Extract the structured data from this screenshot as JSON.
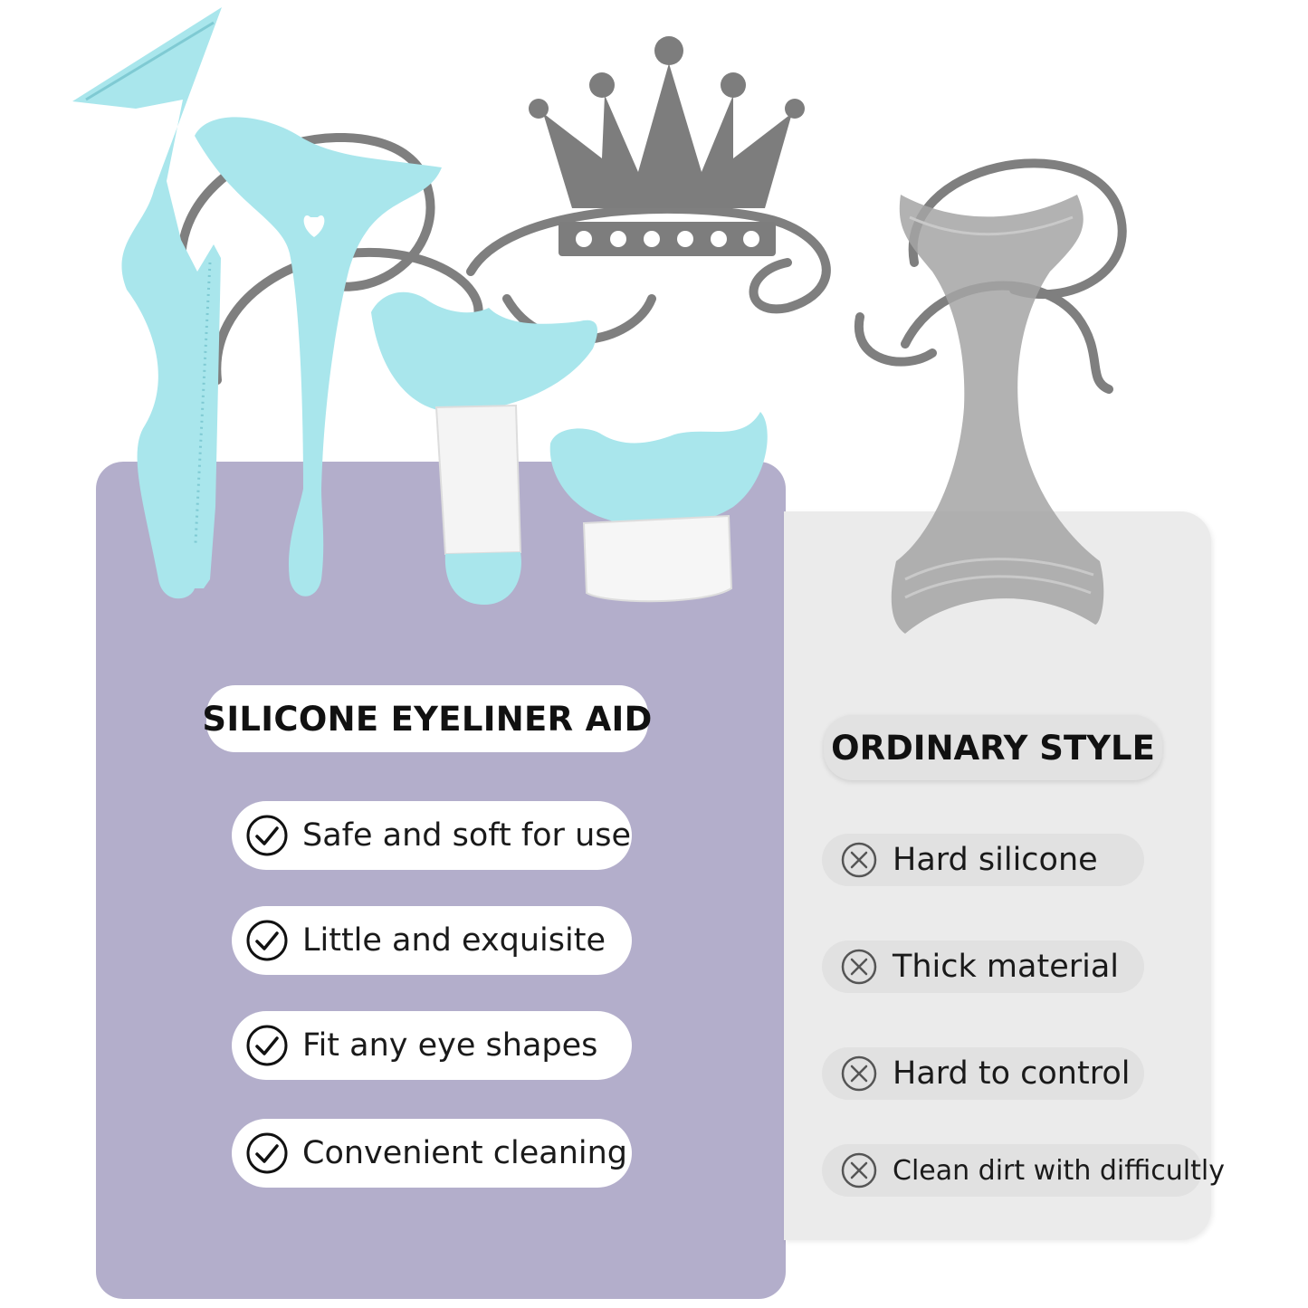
{
  "silicone": {
    "heading": "SILICONE EYELINER AID",
    "features": [
      {
        "label": "Safe and soft for use",
        "icon": "check-circle-icon"
      },
      {
        "label": "Little and exquisite",
        "icon": "check-circle-icon"
      },
      {
        "label": "Fit any eye shapes",
        "icon": "check-circle-icon"
      },
      {
        "label": "Convenient cleaning",
        "icon": "check-circle-icon"
      }
    ],
    "card_color": "#b3aecb",
    "product_color": "#a9e6ec"
  },
  "ordinary": {
    "heading": "ORDINARY STYLE",
    "drawbacks": [
      {
        "label": "Hard silicone",
        "icon": "x-circle-icon"
      },
      {
        "label": "Thick material",
        "icon": "x-circle-icon"
      },
      {
        "label": "Hard to control",
        "icon": "x-circle-icon"
      },
      {
        "label": "Clean dirt with difficultly",
        "icon": "x-circle-icon"
      }
    ],
    "card_color": "#ebebeb",
    "product_color": "#9a9a9a"
  },
  "decoration": {
    "icon": "crown-icon",
    "color": "#808080"
  }
}
